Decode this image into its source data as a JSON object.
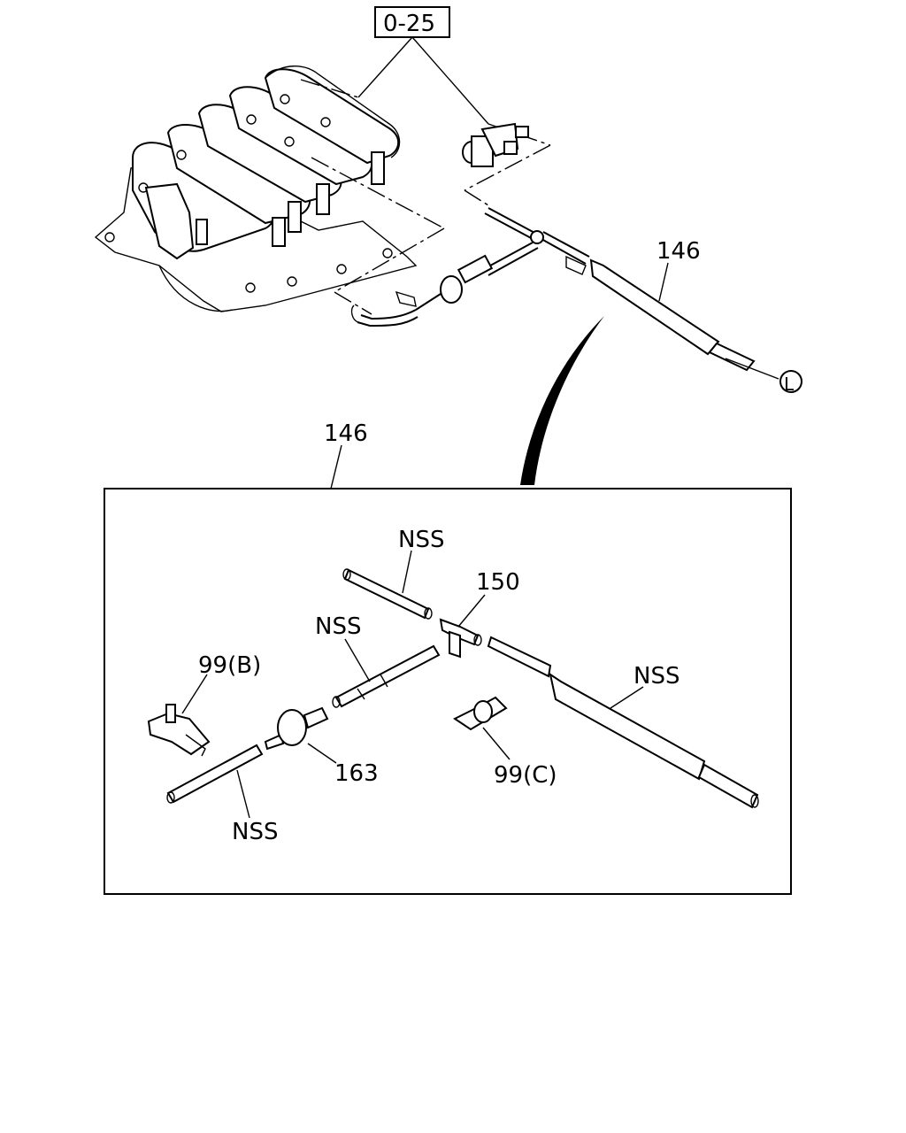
{
  "diagram": {
    "ref_box_label": "0-25",
    "assembly_label_top": "146",
    "assembly_label_detail": "146",
    "connector_label": "L",
    "parts": {
      "nss_top": "NSS",
      "tee": "150",
      "nss_middle": "NSS",
      "clip_b": "99(B)",
      "nss_right": "NSS",
      "valve": "163",
      "clip_c": "99(C)",
      "nss_bottom": "NSS"
    }
  }
}
